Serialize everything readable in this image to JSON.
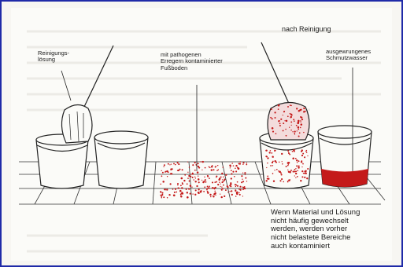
{
  "labels": {
    "cleaning_solution": "Reinigungs-\nlösung",
    "floor": "mit pathogenen\nErregern kontaminierter\nFußboden",
    "after_cleaning": "nach Reinigung",
    "dirty_water": "ausgewrungenes\nSchmutzwasser",
    "warning": "Wenn Material  und Lösung\nnicht häufig gewechselt\nwerden, werden vorher\nnicht belastete Bereiche\nauch kontaminiert"
  },
  "colors": {
    "frame": "#1f2aa8",
    "contamination": "#c41a1a",
    "line": "#222222"
  }
}
